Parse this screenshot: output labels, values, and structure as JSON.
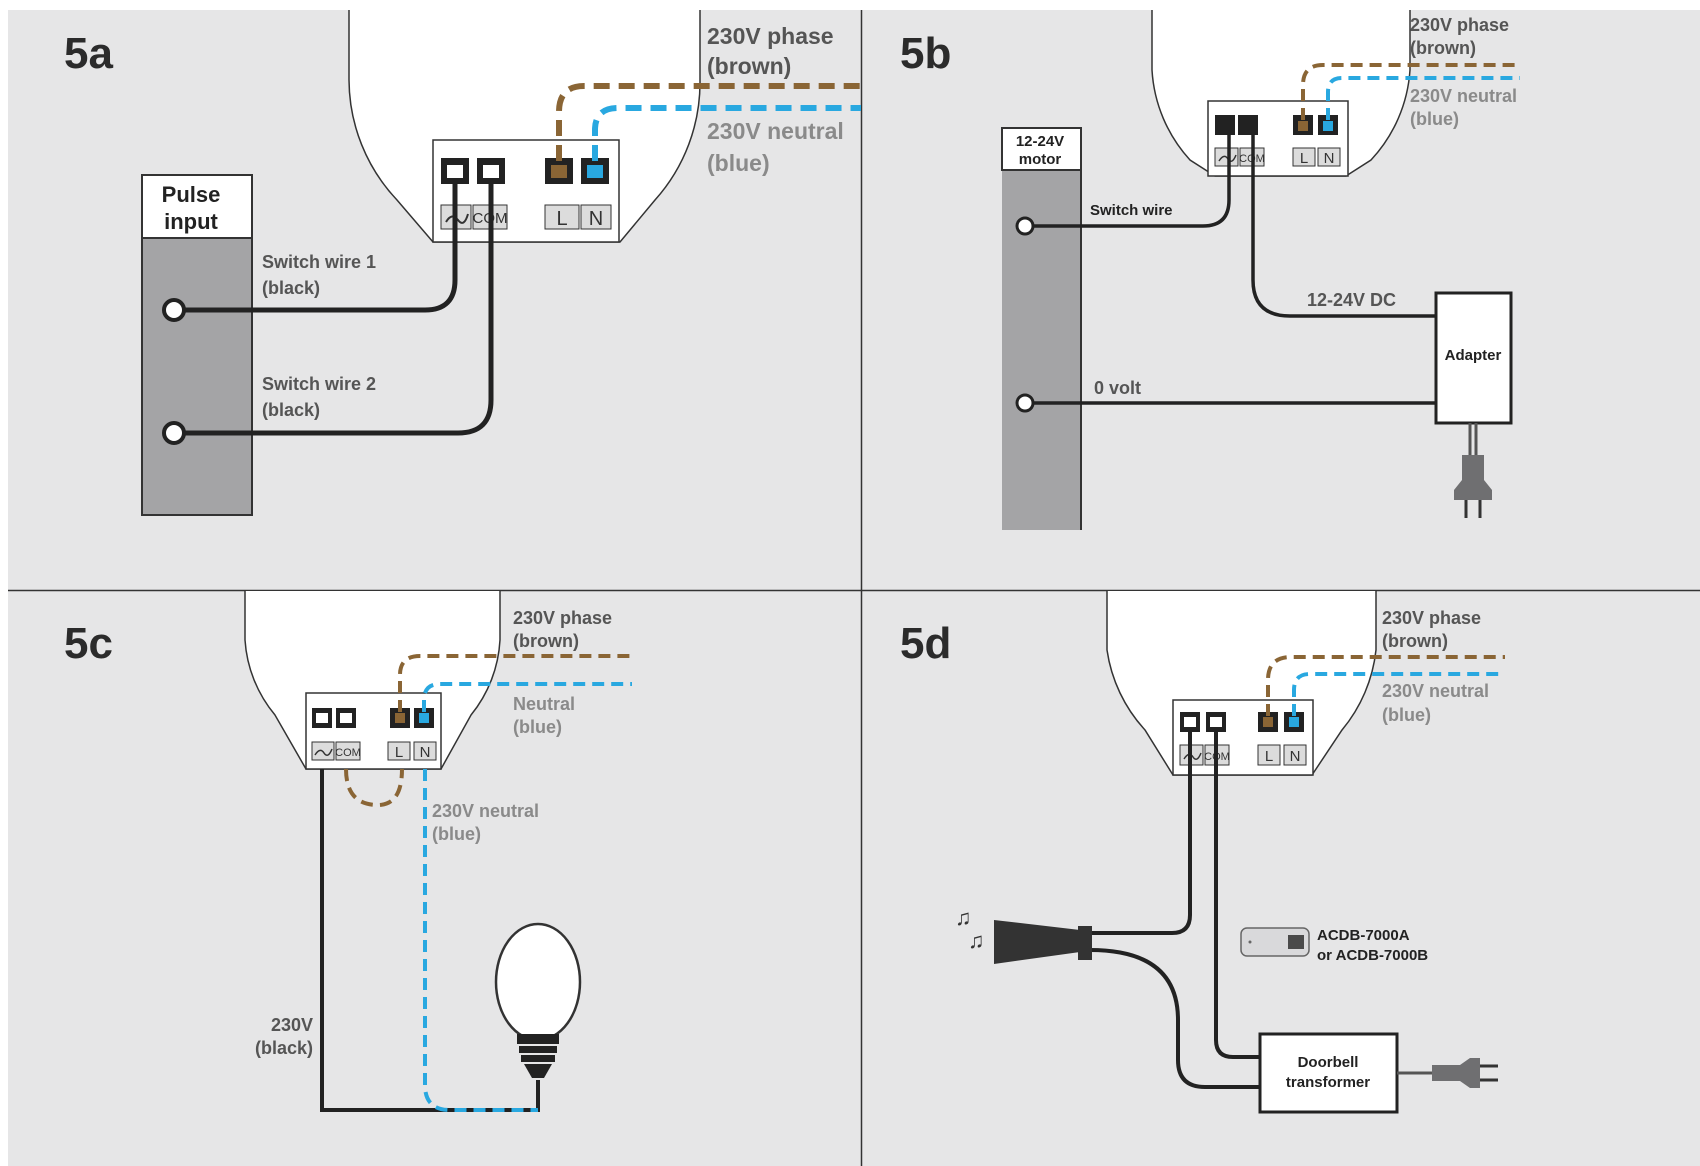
{
  "colors": {
    "panel_bg": "#e6e6e7",
    "brown": "#8a6535",
    "blue": "#29a8e0",
    "black": "#222222",
    "device_gray": "#a4a4a6"
  },
  "panel_5a": {
    "label": "5a",
    "phase": [
      "230V phase",
      "(brown)"
    ],
    "neutral": [
      "230V neutral",
      "(blue)"
    ],
    "pulse_input": [
      "Pulse",
      "input"
    ],
    "switch_wire_1": [
      "Switch wire 1",
      "(black)"
    ],
    "switch_wire_2": [
      "Switch wire 2",
      "(black)"
    ],
    "terminal_com": "COM",
    "terminal_l": "L",
    "terminal_n": "N"
  },
  "panel_5b": {
    "label": "5b",
    "phase": [
      "230V phase",
      "(brown)"
    ],
    "neutral": [
      "230V neutral",
      "(blue)"
    ],
    "motor": [
      "12-24V",
      "motor"
    ],
    "switch_wire": "Switch wire",
    "dc": "12-24V DC",
    "adapter": "Adapter",
    "zero_volt": "0 volt",
    "terminal_com": "COM",
    "terminal_l": "L",
    "terminal_n": "N"
  },
  "panel_5c": {
    "label": "5c",
    "phase": [
      "230V phase",
      "(brown)"
    ],
    "neutral_top": [
      "Neutral",
      "(blue)"
    ],
    "neutral_bottom": [
      "230V neutral",
      "(blue)"
    ],
    "live": [
      "230V",
      "(black)"
    ],
    "terminal_com": "COM",
    "terminal_l": "L",
    "terminal_n": "N"
  },
  "panel_5d": {
    "label": "5d",
    "phase": [
      "230V phase",
      "(brown)"
    ],
    "neutral": [
      "230V neutral",
      "(blue)"
    ],
    "models": [
      "ACDB-7000A",
      "or ACDB-7000B"
    ],
    "transformer": [
      "Doorbell",
      "transformer"
    ],
    "terminal_com": "COM",
    "terminal_l": "L",
    "terminal_n": "N"
  }
}
